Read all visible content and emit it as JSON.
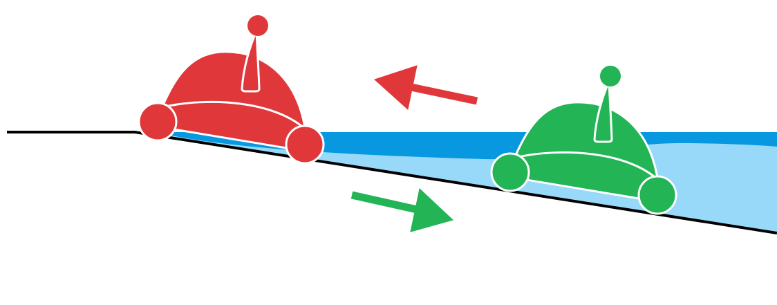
{
  "colors": {
    "red_robot": "#e0383a",
    "green_robot": "#22b455",
    "deep_water": "#0898e0",
    "shallow_water": "#98d8f8",
    "ground": "#000000",
    "outline": "#ffffff"
  },
  "elements": {
    "robot_moving_up": "red",
    "robot_moving_down": "green",
    "arrow_up_direction": "up-slope",
    "arrow_down_direction": "down-slope"
  }
}
